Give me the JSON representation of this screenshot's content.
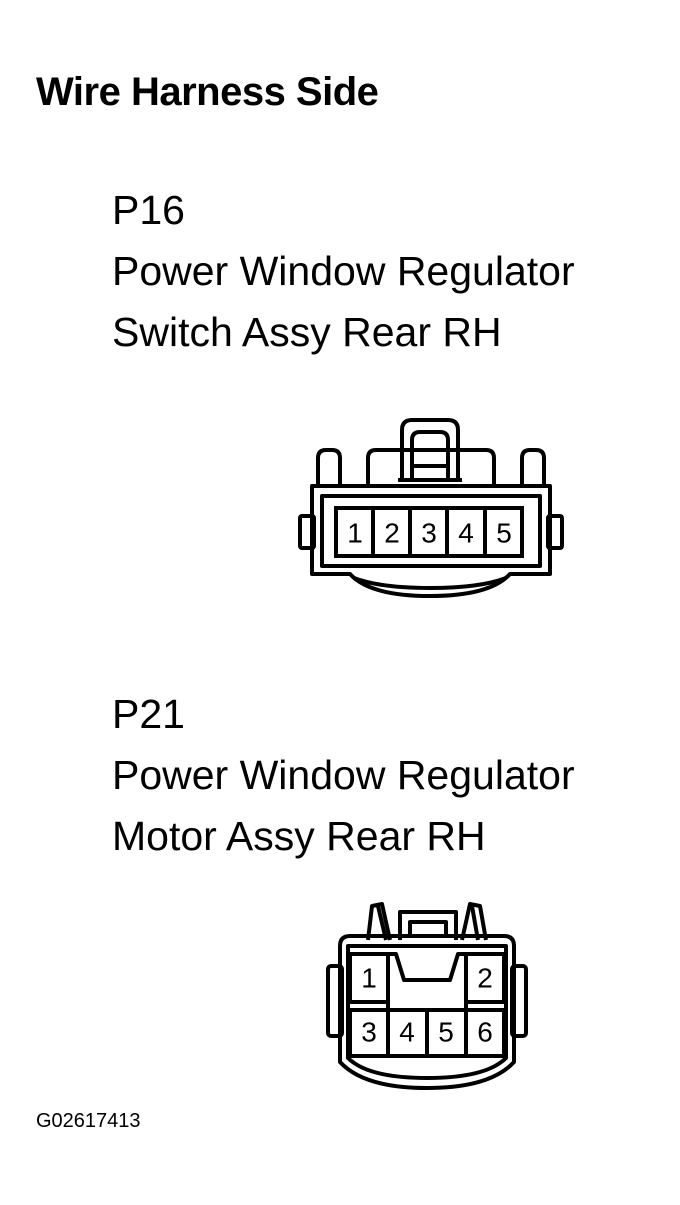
{
  "heading": "Wire Harness Side",
  "connectors": [
    {
      "code": "P16",
      "name_line1": "Power Window Regulator",
      "name_line2": "Switch Assy Rear RH",
      "pins": [
        "1",
        "2",
        "3",
        "4",
        "5"
      ]
    },
    {
      "code": "P21",
      "name_line1": "Power Window Regulator",
      "name_line2": "Motor Assy Rear RH",
      "pins": [
        "1",
        "2",
        "3",
        "4",
        "5",
        "6"
      ]
    }
  ],
  "figure_code": "G02617413"
}
